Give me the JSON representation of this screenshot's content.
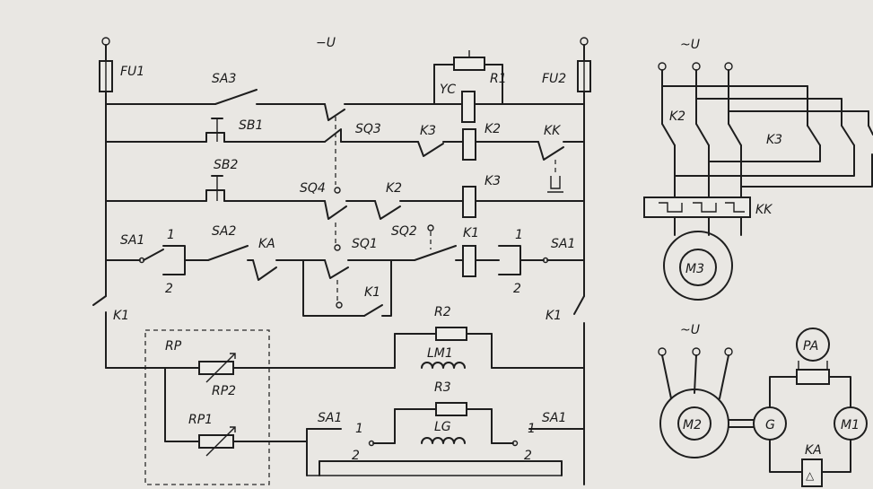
{
  "labels": {
    "supply_dc": "−U",
    "supply_ac1": "~U",
    "supply_ac2": "~U",
    "fu1": "FU1",
    "fu2": "FU2",
    "sa3": "SA3",
    "sb1": "SB1",
    "sb2": "SB2",
    "sq3": "SQ3",
    "sq4": "SQ4",
    "sq1": "SQ1",
    "sq2": "SQ2",
    "yc": "YC",
    "r1": "R1",
    "k3_contact": "K3",
    "k2_coil": "K2",
    "kk_contact": "KK",
    "k2_contact": "K2",
    "k3_coil": "K3",
    "sa1_left": "SA1",
    "sa2": "SA2",
    "ka_contact": "KA",
    "k1_coil": "K1",
    "sa1_right": "SA1",
    "k1_hold": "K1",
    "pos1_l": "1",
    "pos2_l": "2",
    "pos1_r": "1",
    "pos2_r": "2",
    "k1_left": "K1",
    "k1_right": "K1",
    "rp": "RP",
    "rp2": "RP2",
    "rp1": "RP1",
    "r2": "R2",
    "lm1": "LM1",
    "r3": "R3",
    "lg": "LG",
    "sa1_bl": "SA1",
    "sa1_br": "SA1",
    "b1_l": "1",
    "b2_l": "2",
    "b1_r": "1",
    "b2_r": "2",
    "k2_power": "K2",
    "k3_power": "K3",
    "kk_relay": "KK",
    "m3": "M3",
    "m2": "M2",
    "g": "G",
    "m1": "M1",
    "pa": "PA",
    "ka_relay": "KA"
  }
}
